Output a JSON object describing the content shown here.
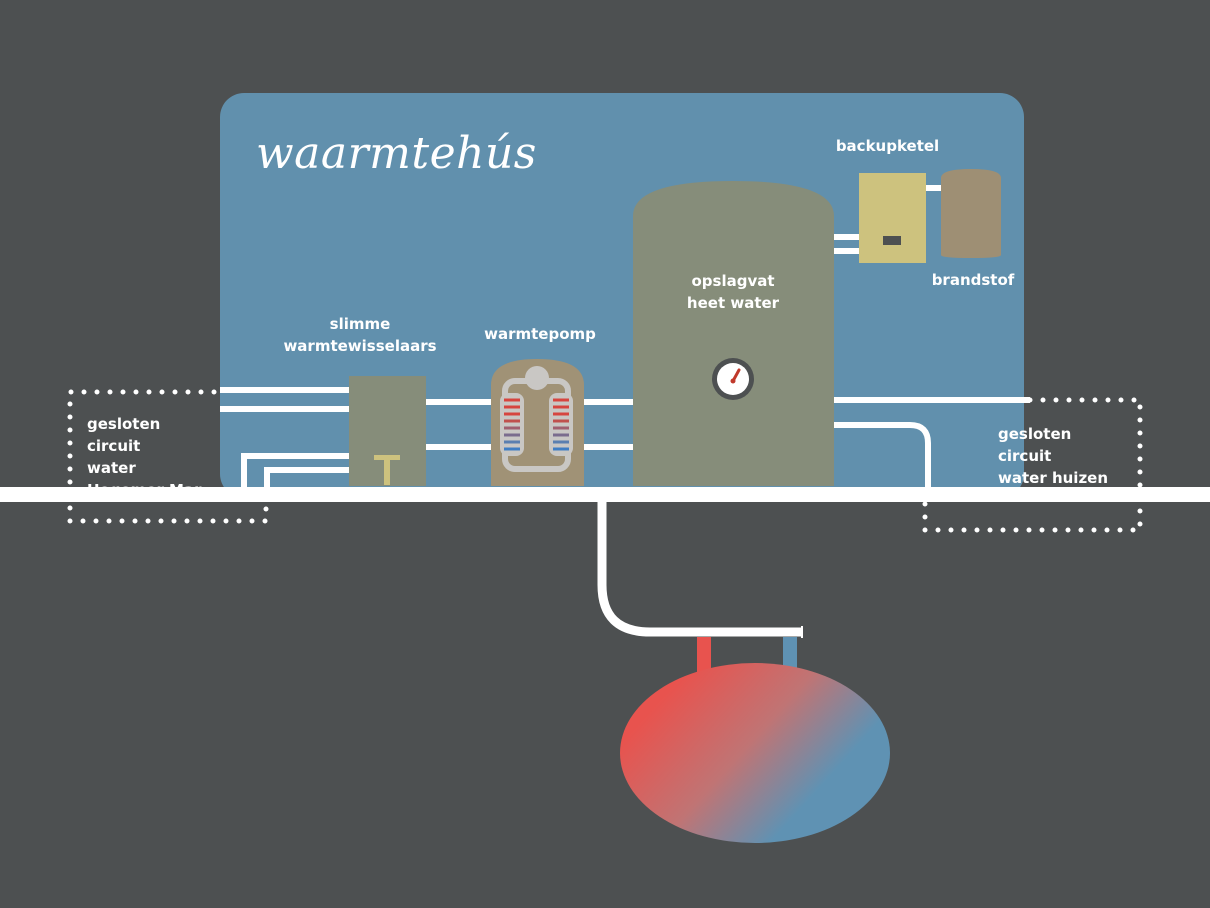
{
  "title": "waarmtehús",
  "labels": {
    "backup_boiler": "backupketel",
    "fuel": "brandstof",
    "storage_line1": "opslagvat",
    "storage_line2": "heet water",
    "heat_pump": "warmtepomp",
    "exchangers_line1": "slimme",
    "exchangers_line2": "warmtewisselaars",
    "left_circuit_line1": "gesloten circuit",
    "left_circuit_line2": "water",
    "left_circuit_line3": "Hegemer Mar",
    "right_circuit_line1": "gesloten circuit",
    "right_circuit_line2": "water huizen"
  },
  "colors": {
    "background": "#4d5051",
    "building": "#6190ad",
    "pipe": "#ffffff",
    "tank": "#868d7a",
    "heat_pump": "#a09276",
    "boiler": "#cdc27e",
    "fuel_tank": "#9e8f74",
    "hot": "#e8534e",
    "cold": "#5f92b3",
    "gauge_needle": "#c0392b"
  }
}
